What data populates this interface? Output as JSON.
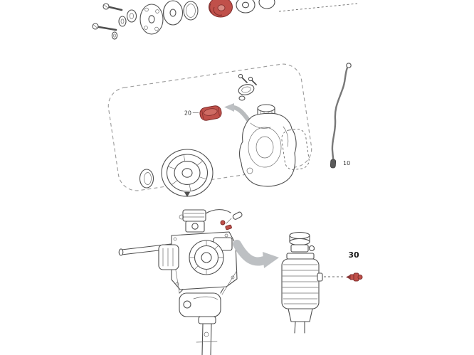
{
  "diagram": {
    "type": "exploded-parts-diagram",
    "background": "#ffffff",
    "callouts": {
      "fuel_cap": "20",
      "fuel_hose": "10",
      "spark_plug": "30"
    },
    "colors": {
      "highlight_fill": "#c0504a",
      "highlight_stroke": "#7e2d2c",
      "line": "#4f4f4f",
      "line_light": "#6e6e6e",
      "boundary_dash": "#9a9a9a",
      "arrow_gray": "#bdc0c3",
      "hose": "#787878",
      "label_text": "#333333"
    }
  }
}
